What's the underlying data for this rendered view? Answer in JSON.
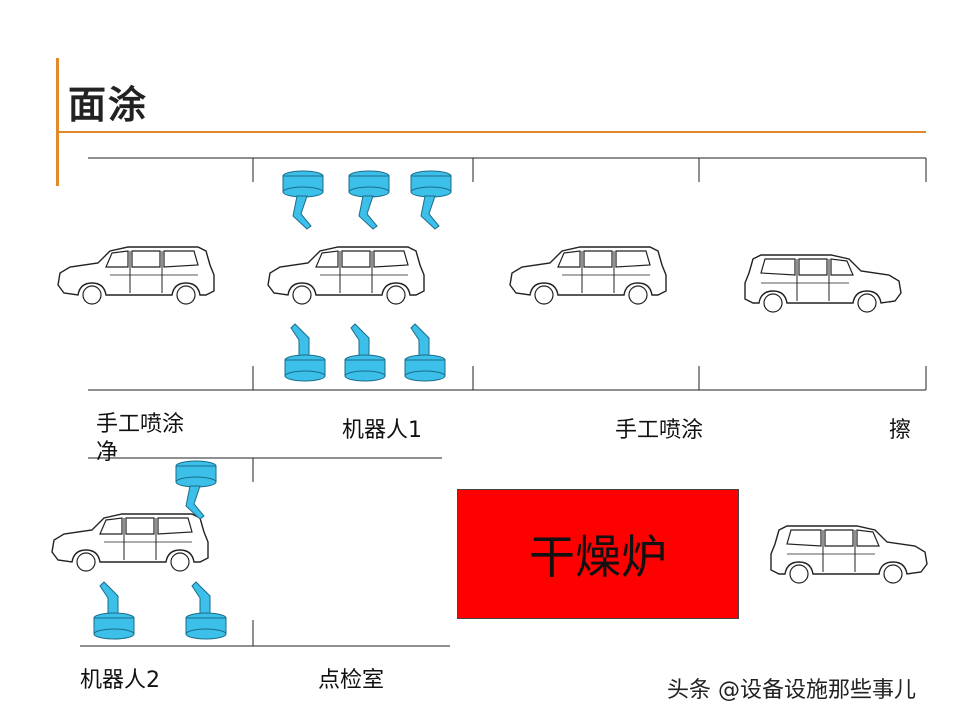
{
  "title": "面涂",
  "stations": {
    "manual_clean": "手工喷涂\n净",
    "robot1": "机器人1",
    "manual_spray": "手工喷涂",
    "wipe": "擦",
    "robot2": "机器人2",
    "inspection": "点检室"
  },
  "oven_label": "干燥炉",
  "watermark": "头条 @设备设施那些事儿",
  "colors": {
    "accent": "#e08a2c",
    "oven": "#ff0000",
    "robot": "#3cc0ea"
  },
  "icons": [
    "car-body-icon",
    "robot-arm-icon"
  ]
}
